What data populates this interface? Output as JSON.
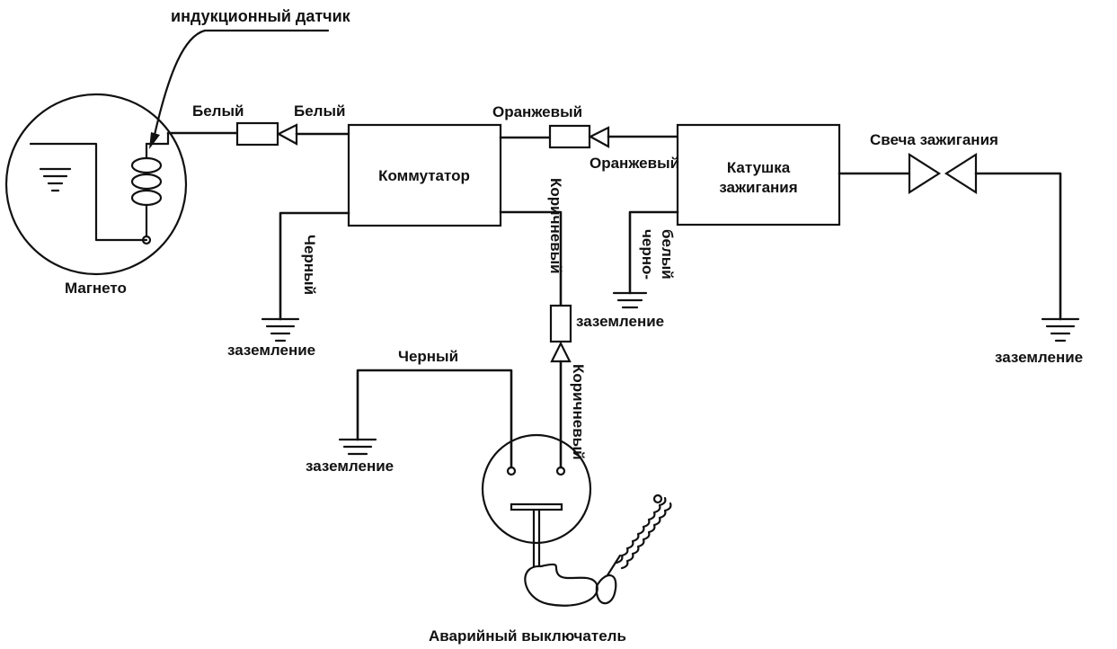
{
  "labels": {
    "induction_sensor": "индукционный датчик",
    "magneto": "Магнето",
    "white_1": "Белый",
    "white_2": "Белый",
    "commutator": "Коммутатор",
    "orange_1": "Оранжевый",
    "orange_2": "Оранжевый",
    "coil_line1": "Катушка",
    "coil_line2": "зажигания",
    "spark_plug": "Свеча зажигания",
    "black_1": "Черный",
    "ground_1": "заземление",
    "brown_1": "Коричневый",
    "ground_2": "заземление",
    "black_white_1": "черно-",
    "black_white_2": "белый",
    "ground_3": "заземление",
    "black_2": "Черный",
    "ground_4": "заземление",
    "brown_2": "Коричневый",
    "kill_switch": "Аварийный выключатель"
  }
}
